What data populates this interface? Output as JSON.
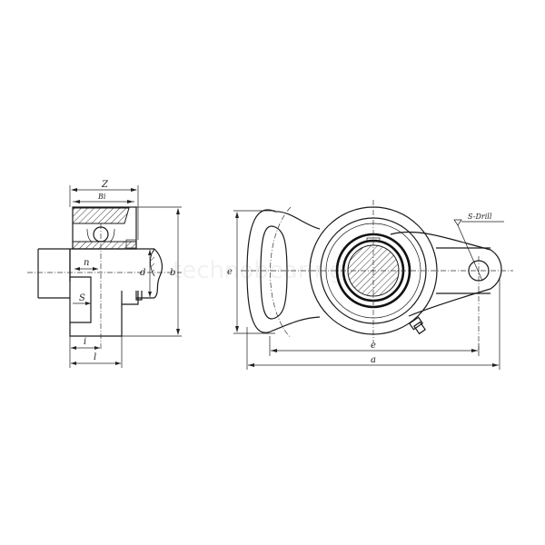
{
  "watermark": "technobearing",
  "side_view": {
    "labels": {
      "z": "Z",
      "bi": "Bi",
      "n": "n",
      "d": "d",
      "b": "b",
      "s": "S",
      "i": "i",
      "l": "l"
    }
  },
  "front_view": {
    "labels": {
      "e_vertical": "e",
      "e_horizontal": "e",
      "a": "a",
      "drill": "S-Drill"
    }
  },
  "colors": {
    "line": "#1a1a1a",
    "background": "#ffffff"
  }
}
